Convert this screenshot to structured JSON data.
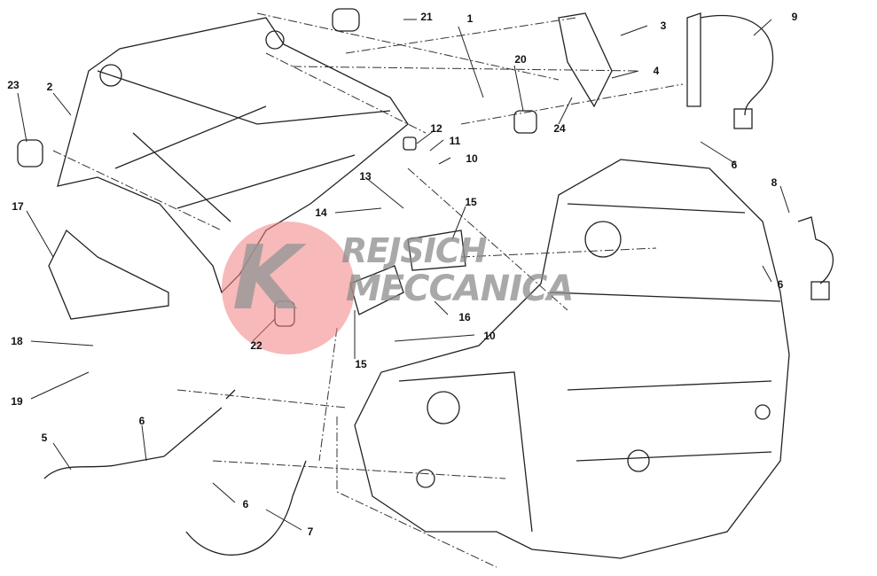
{
  "diagram": {
    "title": "Engine / frame exploded parts view",
    "watermark": {
      "logo_letter": "K",
      "line1": "REJSICH",
      "line2": "MECCANICA",
      "circle_color": "#f08080"
    },
    "callouts": [
      "1",
      "2",
      "3",
      "4",
      "5",
      "6",
      "6",
      "6",
      "6",
      "7",
      "8",
      "9",
      "10",
      "10",
      "11",
      "12",
      "13",
      "14",
      "15",
      "15",
      "16",
      "17",
      "18",
      "19",
      "20",
      "21",
      "22",
      "23",
      "24"
    ]
  }
}
